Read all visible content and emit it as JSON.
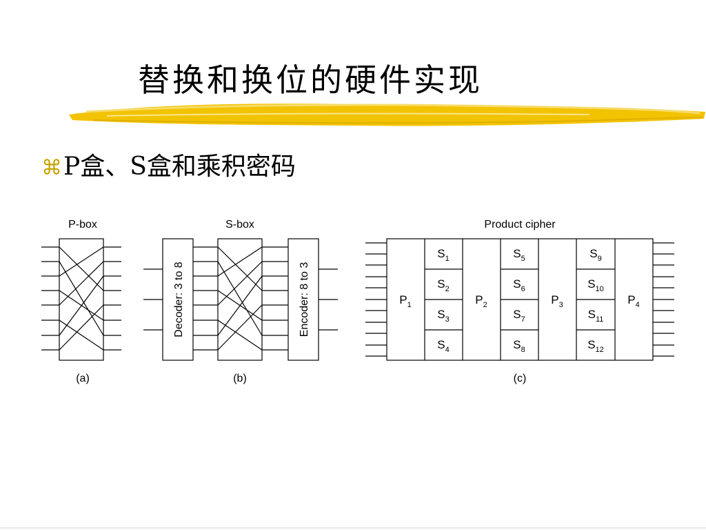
{
  "slide": {
    "title": "替换和换位的硬件实现",
    "bullet_text": "P盒、S盒和乘积密码",
    "bullet_glyph": "⌘"
  },
  "colors": {
    "brush": "#f2c300",
    "brush_light": "#f7dc6a",
    "bullet": "#c8a200",
    "line": "#000000"
  },
  "diagram": {
    "pbox": {
      "label": "P-box",
      "caption": "(a)"
    },
    "sbox": {
      "label": "S-box",
      "caption": "(b)",
      "decoder_label": "Decoder: 3 to 8",
      "encoder_label": "Encoder: 8 to 3"
    },
    "product": {
      "label": "Product cipher",
      "caption": "(c)",
      "p_boxes": [
        {
          "base": "P",
          "sub": "1"
        },
        {
          "base": "P",
          "sub": "2"
        },
        {
          "base": "P",
          "sub": "3"
        },
        {
          "base": "P",
          "sub": "4"
        }
      ],
      "s_boxes": [
        {
          "base": "S",
          "sub": "1"
        },
        {
          "base": "S",
          "sub": "2"
        },
        {
          "base": "S",
          "sub": "3"
        },
        {
          "base": "S",
          "sub": "4"
        },
        {
          "base": "S",
          "sub": "5"
        },
        {
          "base": "S",
          "sub": "6"
        },
        {
          "base": "S",
          "sub": "7"
        },
        {
          "base": "S",
          "sub": "8"
        },
        {
          "base": "S",
          "sub": "9"
        },
        {
          "base": "S",
          "sub": "10"
        },
        {
          "base": "S",
          "sub": "11"
        },
        {
          "base": "S",
          "sub": "12"
        }
      ]
    }
  }
}
